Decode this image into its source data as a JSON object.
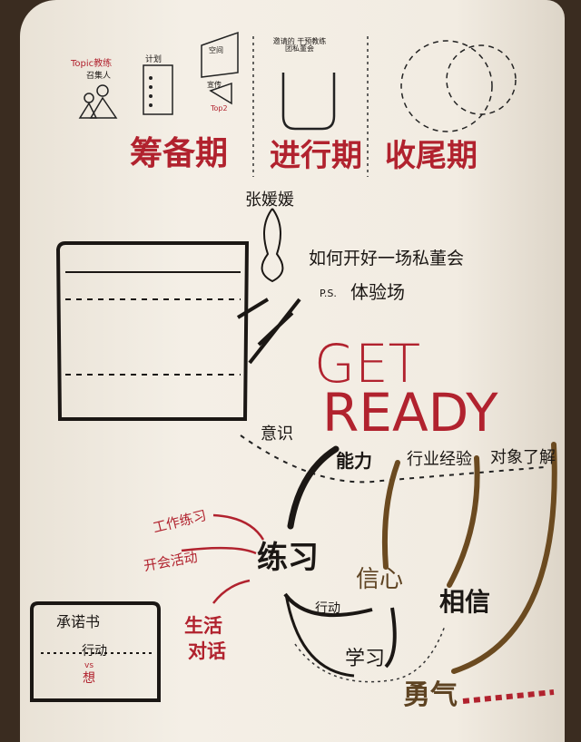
{
  "colors": {
    "red": "#b1222e",
    "black": "#1b1714",
    "brown": "#5e4322",
    "paper": "#f2ece2"
  },
  "phases": {
    "prep": {
      "title": "筹备期",
      "topic": "Topic教练",
      "convener": "召集人",
      "plan": "计划",
      "space": "空间",
      "promo": "宣传",
      "topic2": "Top2"
    },
    "ongoing": {
      "title": "进行期",
      "caption": "邀请的 干预教练团私董会"
    },
    "closing": {
      "title": "收尾期"
    }
  },
  "presenter": {
    "name": "张媛媛",
    "headline": "如何开好一场私董会",
    "ps": "P.S.",
    "ps_text": "体验场"
  },
  "banner": {
    "line1": "GET",
    "line2": "READY"
  },
  "concepts": {
    "awareness": "意识",
    "ability": "能力",
    "industry": "行业经验",
    "audience": "对象了解",
    "practice": "练习",
    "work_practice": "工作练习",
    "activities": "开会活动",
    "life_dialogue_1": "生活",
    "life_dialogue_2": "对话",
    "confidence": "信心",
    "action": "行动",
    "learning": "学习",
    "trust": "相信",
    "courage": "勇气"
  },
  "commitment": {
    "title": "承诺书",
    "action": "行动",
    "vs": "vs",
    "think": "想"
  }
}
